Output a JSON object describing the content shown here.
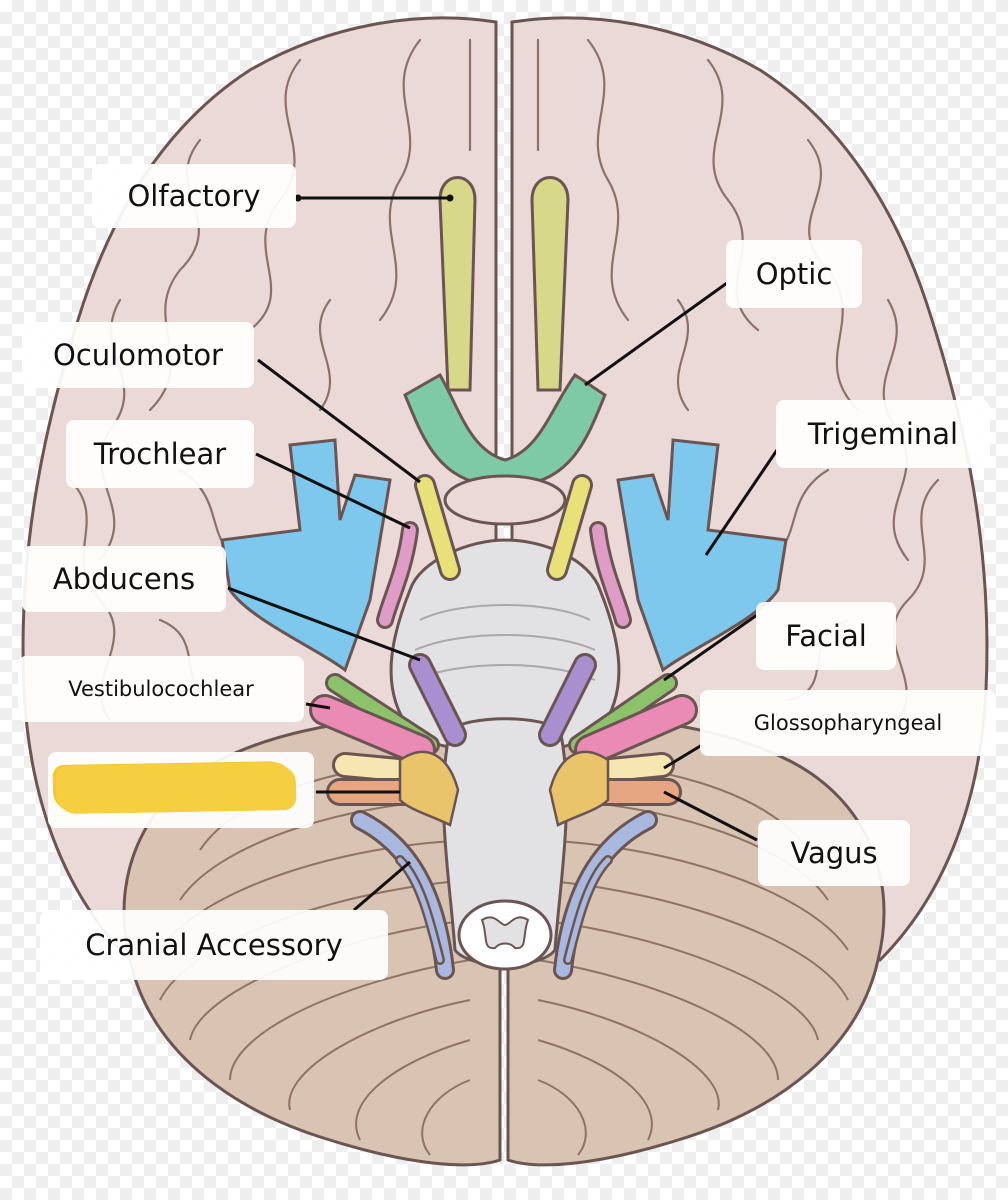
{
  "labels": {
    "olfactory": "Olfactory",
    "optic": "Optic",
    "oculomotor": "Oculomotor",
    "trochlear": "Trochlear",
    "trigeminal": "Trigeminal",
    "abducens": "Abducens",
    "facial": "Facial",
    "vestibulocochlear": "Vestibulocochlear",
    "glossopharyngeal": "Glossopharyngeal",
    "vagus": "Vagus",
    "cranial_accessory": "Cranial Accessory"
  },
  "redacted_label": {
    "highlight_color": "#f6cf40"
  },
  "colors": {
    "cerebrum": "#ead9d6",
    "cerebrum_outline": "#6b5552",
    "cerebellum": "#d9c3b2",
    "brainstem": "#e2e2e4",
    "olfactory": "#d8d88a",
    "optic": "#7ec9a6",
    "oculomotor": "#e8e17a",
    "trochlear": "#df9cc6",
    "trigeminal": "#7ec8ee",
    "abducens": "#a98fd0",
    "facial": "#8cc36a",
    "vestibulocochlear": "#e98bb4",
    "glossopharyngeal": "#f5e6b2",
    "hidden_nerve": "#e6a682",
    "vagus": "#e6a682",
    "cranial_accessory": "#a8b8de"
  }
}
